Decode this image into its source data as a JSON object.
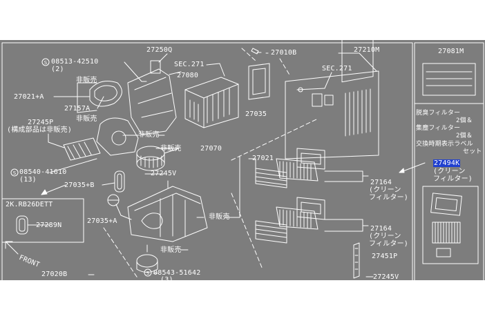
{
  "colors": {
    "background": "#7d7d7d",
    "ink": "#ffffff",
    "page": "#ffffff",
    "highlight": "#1f3fd0"
  },
  "labels": {
    "p27250q": "27250Q",
    "p27010b": "27010B",
    "p27210m": "27210M",
    "p27081m": "27081M",
    "screw1": "08513-42510",
    "screw1_qty": "(2)",
    "sec271_a": "SEC.271",
    "p27080": "27080",
    "sec271_b": "SEC.271",
    "hihanbai1": "非販売",
    "p27021a": "27021+A",
    "p27157a": "27157A",
    "hihanbai2": "非販売",
    "p27035": "27035",
    "p27245p": "27245P",
    "p27245p_note": "(構成部品は非販売)",
    "hihanbai3": "非販売",
    "hihanbai4": "非販売",
    "p27070": "27070",
    "p27021": "27021",
    "screw2": "08540-41610",
    "screw2_qty": "(13)",
    "p27245v": "27245V",
    "p27035b": "27035+B",
    "p27164a": "27164",
    "clean_filter_a1": "(クリーン",
    "clean_filter_a2": "フィルター)",
    "box_title": "2K.RB26DETT",
    "p27289n": "27289N",
    "p27035a": "27035+A",
    "hihanbai5": "非販売",
    "p27164b": "27164",
    "clean_filter_b1": "(クリーン",
    "clean_filter_b2": "フィルター)",
    "front": "FRONT",
    "hihanbai6": "非販売",
    "p27451p": "27451P",
    "p27020b": "27020B",
    "screw3": "08543-51642",
    "screw3_qty": "(3)",
    "p27245v_b": "27245V",
    "right_l1": "脱臭フィルター",
    "right_l2": "2個＆",
    "right_l3": "集塵フィルター",
    "right_l4": "2個＆",
    "right_l5": "交換時期表示ラベル",
    "right_l6": "セット",
    "p27494k": "27494K",
    "clean_filter_c1": "(クリーン",
    "clean_filter_c2": "フィルター)"
  }
}
